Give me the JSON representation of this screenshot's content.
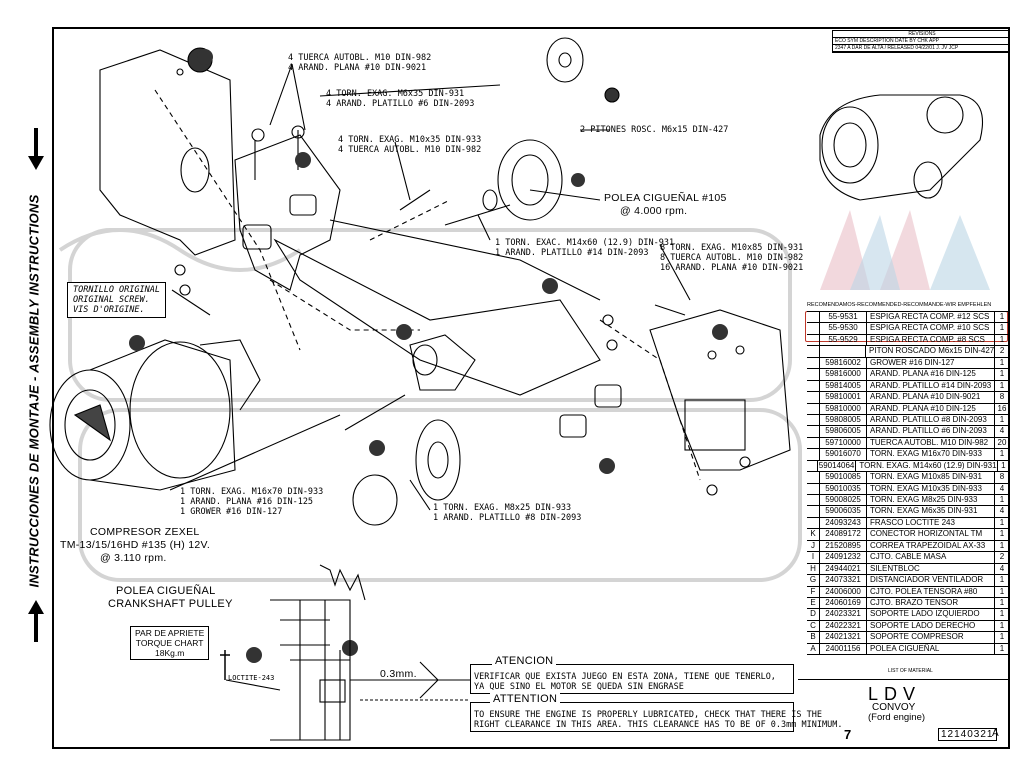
{
  "side_title": "INSTRUCCIONES DE MONTAJE - ASSEMBLY INSTRUCTIONS",
  "labels": {
    "tuerca1_1": "4 TUERCA AUTOBL. M10 DIN-982",
    "tuerca1_2": "4 ARAND. PLANA #10 DIN-9021",
    "exag1_1": "4 TORN. EXAG. M6x35 DIN-931",
    "exag1_2": "4 ARAND. PLATILLO #6 DIN-2093",
    "pitones": "2 PITONES ROSC. M6x15 DIN-427",
    "exag2_1": "4 TORN. EXAG. M10x35 DIN-933",
    "exag2_2": "4 TUERCA AUTOBL. M10 DIN-982",
    "polea1": "POLEA CIGUEÑAL #105",
    "polea2": "@ 4.000 rpm.",
    "exac_1": "1 TORN. EXAC. M14x60 (12.9) DIN-931",
    "exac_2": "1 ARAND. PLATILLO #14 DIN-2093",
    "m10x85_1": "8 TORN. EXAG. M10x85 DIN-931",
    "m10x85_2": "8 TUERCA AUTOBL. M10 DIN-982",
    "m10x85_3": "16 ARAND. PLANA #10 DIN-9021",
    "tornillo_1": "TORNILLO ORIGINAL",
    "tornillo_2": "ORIGINAL SCREW.",
    "tornillo_3": "VIS D'ORIGINE.",
    "m16_1": "1 TORN. EXAG. M16x70 DIN-933",
    "m16_2": "1 ARAND. PLANA #16 DIN-125",
    "m16_3": "1 GROWER #16 DIN-127",
    "m8_1": "1 TORN. EXAG. M8x25 DIN-933",
    "m8_2": "1 ARAND. PLATILLO #8 DIN-2093",
    "compresor_1": "COMPRESOR ZEXEL",
    "compresor_2": "TM-13/15/16HD #135 (H) 12V.",
    "compresor_3": "@ 3.110 rpm.",
    "crank_1": "POLEA CIGUEÑAL",
    "crank_2": "CRANKSHAFT PULLEY",
    "torque_1": "PAR DE APRIETE",
    "torque_2": "TORQUE CHART",
    "torque_3": "18Kg.m",
    "loctite": "LOCTITE-243",
    "clearance": "0.3mm.",
    "atencion_title": "ATENCION",
    "atencion_1": "VERIFICAR QUE EXISTA JUEGO EN ESTA ZONA, TIENE QUE TENERLO,",
    "atencion_2": "YA QUE SINO EL MOTOR SE QUEDA SIN ENGRASE",
    "attention_title": "ATTENTION",
    "attention_1": "TO ENSURE THE ENGINE IS PROPERLY LUBRICATED, CHECK THAT THERE IS THE",
    "attention_2": "RIGHT CLEARANCE IN THIS AREA. THIS CLEARANCE HAS TO BE OF 0.3mm MINIMUM."
  },
  "bom": {
    "header": "RECOMENDAMOS-RECOMMENDED-RECOMMANDE-WIR EMPFEHLEN",
    "rows": [
      {
        "item": "",
        "part": "55-9531",
        "desc": "ESPIGA RECTA COMP. #12 SCS",
        "qty": "1"
      },
      {
        "item": "",
        "part": "55-9530",
        "desc": "ESPIGA RECTA COMP. #10 SCS",
        "qty": "1"
      },
      {
        "item": "",
        "part": "55-9529",
        "desc": "ESPIGA RECTA COMP. #8 SCS",
        "qty": "1"
      },
      {
        "item": "",
        "part": "",
        "desc": "PITON ROSCADO M6x15 DIN-427",
        "qty": "2"
      },
      {
        "item": "",
        "part": "59816002",
        "desc": "GROWER #16 DIN-127",
        "qty": "1"
      },
      {
        "item": "",
        "part": "59816000",
        "desc": "ARAND. PLANA #16 DIN-125",
        "qty": "1"
      },
      {
        "item": "",
        "part": "59814005",
        "desc": "ARAND. PLATILLO #14 DIN-2093",
        "qty": "1"
      },
      {
        "item": "",
        "part": "59810001",
        "desc": "ARAND. PLANA #10 DIN-9021",
        "qty": "8"
      },
      {
        "item": "",
        "part": "59810000",
        "desc": "ARAND. PLANA #10 DIN-125",
        "qty": "16"
      },
      {
        "item": "",
        "part": "59808005",
        "desc": "ARAND. PLATILLO #8 DIN-2093",
        "qty": "1"
      },
      {
        "item": "",
        "part": "59806005",
        "desc": "ARAND. PLATILLO #6 DIN-2093",
        "qty": "4"
      },
      {
        "item": "",
        "part": "59710000",
        "desc": "TUERCA AUTOBL. M10 DIN-982",
        "qty": "20"
      },
      {
        "item": "",
        "part": "59016070",
        "desc": "TORN. EXAG M16x70 DIN-933",
        "qty": "1"
      },
      {
        "item": "",
        "part": "59014064",
        "desc": "TORN. EXAG. M14x60 (12.9) DIN-931",
        "qty": "1"
      },
      {
        "item": "",
        "part": "59010085",
        "desc": "TORN. EXAG M10x85 DIN-931",
        "qty": "8"
      },
      {
        "item": "",
        "part": "59010035",
        "desc": "TORN. EXAG M10x35 DIN-933",
        "qty": "4"
      },
      {
        "item": "",
        "part": "59008025",
        "desc": "TORN. EXAG M8x25 DIN-933",
        "qty": "1"
      },
      {
        "item": "",
        "part": "59006035",
        "desc": "TORN. EXAG M6x35 DIN-931",
        "qty": "4"
      },
      {
        "item": "",
        "part": "24093243",
        "desc": "FRASCO LOCTITE 243",
        "qty": "1"
      },
      {
        "item": "K",
        "part": "24089172",
        "desc": "CONECTOR HORIZONTAL TM",
        "qty": "1"
      },
      {
        "item": "J",
        "part": "21520895",
        "desc": "CORREA TRAPEZOIDAL AX-33",
        "qty": "1"
      },
      {
        "item": "I",
        "part": "24091232",
        "desc": "CJTO. CABLE MASA",
        "qty": "2"
      },
      {
        "item": "H",
        "part": "24944021",
        "desc": "SILENTBLOC",
        "qty": "4"
      },
      {
        "item": "G",
        "part": "24073321",
        "desc": "DISTANCIADOR VENTILADOR",
        "qty": "1"
      },
      {
        "item": "F",
        "part": "24006000",
        "desc": "CJTO. POLEA TENSORA #80",
        "qty": "1"
      },
      {
        "item": "E",
        "part": "24060169",
        "desc": "CJTO. BRAZO TENSOR",
        "qty": "1"
      },
      {
        "item": "D",
        "part": "24023321",
        "desc": "SOPORTE LADO IZQUIERDO",
        "qty": "1"
      },
      {
        "item": "C",
        "part": "24022321",
        "desc": "SOPORTE LADO DERECHO",
        "qty": "1"
      },
      {
        "item": "B",
        "part": "24021321",
        "desc": "SOPORTE COMPRESOR",
        "qty": "1"
      },
      {
        "item": "A",
        "part": "24001156",
        "desc": "POLEA CIGUEÑAL",
        "qty": "1"
      }
    ]
  },
  "revision": {
    "title": "REVISIONS",
    "header": "ECO  SYM  DESCRIPTION  DATE  BY  CHK  APP",
    "row": "2347  A  DAR DE ALTA / RELEASED  04/22/01  J.  JV  JCP"
  },
  "title_block": {
    "list_of_material": "LIST OF MATERIAL",
    "make": "LDV",
    "model": "CONVOY",
    "engine": "(Ford engine)",
    "sheet": "7",
    "drawing_number": "12140321",
    "rev": "A"
  }
}
